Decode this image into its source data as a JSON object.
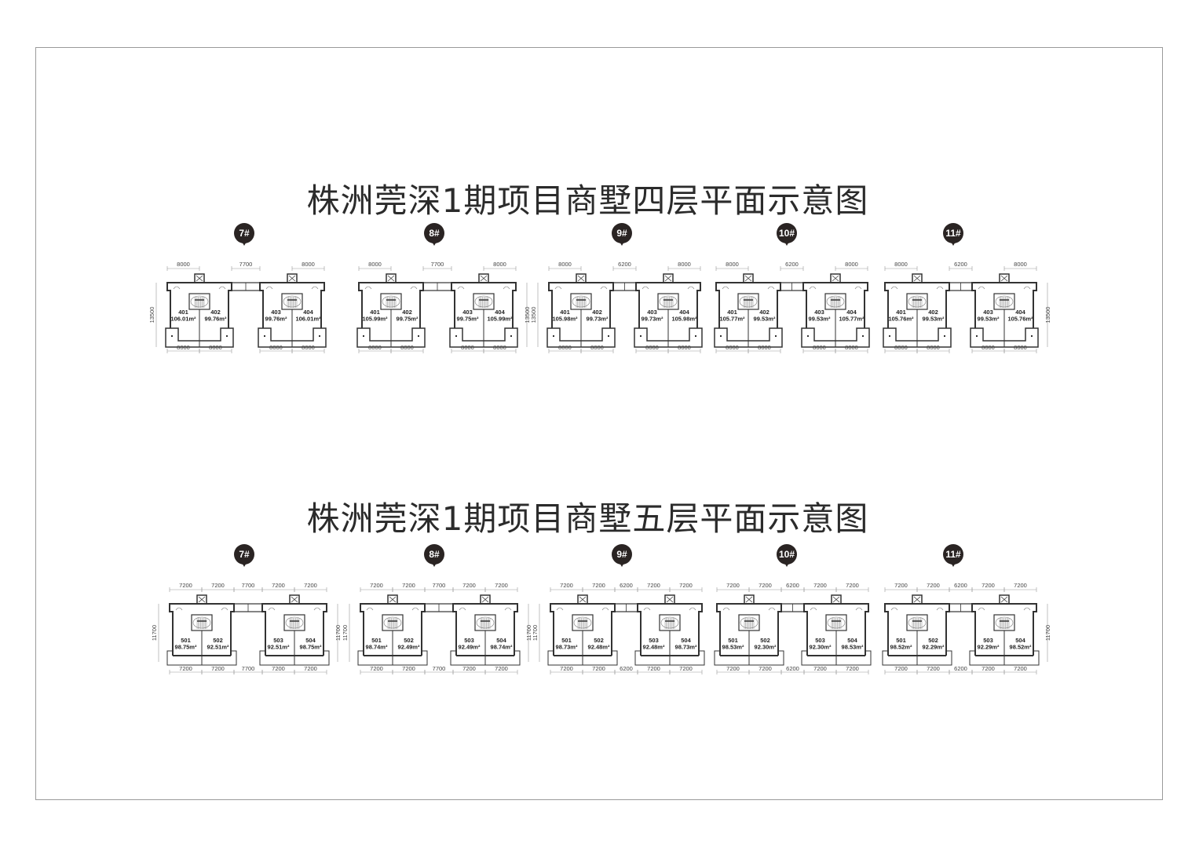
{
  "floors": [
    {
      "title": "株洲莞深1期项目商墅四层平面示意图",
      "buildings": [
        {
          "number": "7#",
          "top_dims": [
            "8000",
            "7700",
            "8000"
          ],
          "bottom_dims": [
            "8000",
            "8000",
            "8000",
            "8000"
          ],
          "side_dim": "13500",
          "side": "left",
          "units": [
            {
              "id": "401",
              "area": "106.01m²"
            },
            {
              "id": "402",
              "area": "99.76m²"
            },
            {
              "id": "403",
              "area": "99.76m²"
            },
            {
              "id": "404",
              "area": "106.01m²"
            }
          ]
        },
        {
          "number": "8#",
          "top_dims": [
            "8000",
            "7700",
            "8000"
          ],
          "bottom_dims": [
            "8000",
            "8000",
            "8000",
            "8000"
          ],
          "side_dim": "13500",
          "side": "right",
          "units": [
            {
              "id": "401",
              "area": "105.99m²"
            },
            {
              "id": "402",
              "area": "99.75m²"
            },
            {
              "id": "403",
              "area": "99.75m²"
            },
            {
              "id": "404",
              "area": "105.99m²"
            }
          ]
        },
        {
          "number": "9#",
          "top_dims": [
            "8000",
            "6200",
            "8000"
          ],
          "bottom_dims": [
            "8000",
            "8000",
            "8000",
            "8000"
          ],
          "side_dim": "13500",
          "side": "left",
          "units": [
            {
              "id": "401",
              "area": "105.98m²"
            },
            {
              "id": "402",
              "area": "99.73m²"
            },
            {
              "id": "403",
              "area": "99.73m²"
            },
            {
              "id": "404",
              "area": "105.98m²"
            }
          ]
        },
        {
          "number": "10#",
          "top_dims": [
            "8000",
            "6200",
            "8000"
          ],
          "bottom_dims": [
            "8000",
            "8000",
            "8000",
            "8000"
          ],
          "side_dim": null,
          "side": "none",
          "units": [
            {
              "id": "401",
              "area": "105.77m²"
            },
            {
              "id": "402",
              "area": "99.53m²"
            },
            {
              "id": "403",
              "area": "99.53m²"
            },
            {
              "id": "404",
              "area": "105.77m²"
            }
          ]
        },
        {
          "number": "11#",
          "top_dims": [
            "8000",
            "6200",
            "8000"
          ],
          "bottom_dims": [
            "8000",
            "8000",
            "8000",
            "8000"
          ],
          "side_dim": "13500",
          "side": "right",
          "units": [
            {
              "id": "401",
              "area": "105.76m²"
            },
            {
              "id": "402",
              "area": "99.53m²"
            },
            {
              "id": "403",
              "area": "99.53m²"
            },
            {
              "id": "404",
              "area": "105.76m²"
            }
          ]
        }
      ]
    },
    {
      "title": "株洲莞深1期项目商墅五层平面示意图",
      "buildings": [
        {
          "number": "7#",
          "top_dims": [
            "7200",
            "7200",
            "7700",
            "7200",
            "7200"
          ],
          "bottom_dims": [
            "7200",
            "7200",
            "7700",
            "7200",
            "7200"
          ],
          "side_dim": "11700",
          "side": "both",
          "units": [
            {
              "id": "501",
              "area": "98.75m²"
            },
            {
              "id": "502",
              "area": "92.51m²"
            },
            {
              "id": "503",
              "area": "92.51m²"
            },
            {
              "id": "504",
              "area": "98.75m²"
            }
          ]
        },
        {
          "number": "8#",
          "top_dims": [
            "7200",
            "7200",
            "7700",
            "7200",
            "7200"
          ],
          "bottom_dims": [
            "7200",
            "7200",
            "7700",
            "7200",
            "7200"
          ],
          "side_dim": "11700",
          "side": "both",
          "units": [
            {
              "id": "501",
              "area": "98.74m²"
            },
            {
              "id": "502",
              "area": "92.49m²"
            },
            {
              "id": "503",
              "area": "92.49m²"
            },
            {
              "id": "504",
              "area": "98.74m²"
            }
          ]
        },
        {
          "number": "9#",
          "top_dims": [
            "7200",
            "7200",
            "6200",
            "7200",
            "7200"
          ],
          "bottom_dims": [
            "7200",
            "7200",
            "6200",
            "7200",
            "7200"
          ],
          "side_dim": "11700",
          "side": "left",
          "units": [
            {
              "id": "501",
              "area": "98.73m²"
            },
            {
              "id": "502",
              "area": "92.48m²"
            },
            {
              "id": "503",
              "area": "92.48m²"
            },
            {
              "id": "504",
              "area": "98.73m²"
            }
          ]
        },
        {
          "number": "10#",
          "top_dims": [
            "7200",
            "7200",
            "6200",
            "7200",
            "7200"
          ],
          "bottom_dims": [
            "7200",
            "7200",
            "6200",
            "7200",
            "7200"
          ],
          "side_dim": null,
          "side": "none",
          "units": [
            {
              "id": "501",
              "area": "98.53m²"
            },
            {
              "id": "502",
              "area": "92.30m²"
            },
            {
              "id": "503",
              "area": "92.30m²"
            },
            {
              "id": "504",
              "area": "98.53m²"
            }
          ]
        },
        {
          "number": "11#",
          "top_dims": [
            "7200",
            "7200",
            "6200",
            "7200",
            "7200"
          ],
          "bottom_dims": [
            "7200",
            "7200",
            "6200",
            "7200",
            "7200"
          ],
          "side_dim": "11700",
          "side": "right",
          "units": [
            {
              "id": "501",
              "area": "98.52m²"
            },
            {
              "id": "502",
              "area": "92.29m²"
            },
            {
              "id": "503",
              "area": "92.29m²"
            },
            {
              "id": "504",
              "area": "98.52m²"
            }
          ]
        }
      ]
    }
  ]
}
